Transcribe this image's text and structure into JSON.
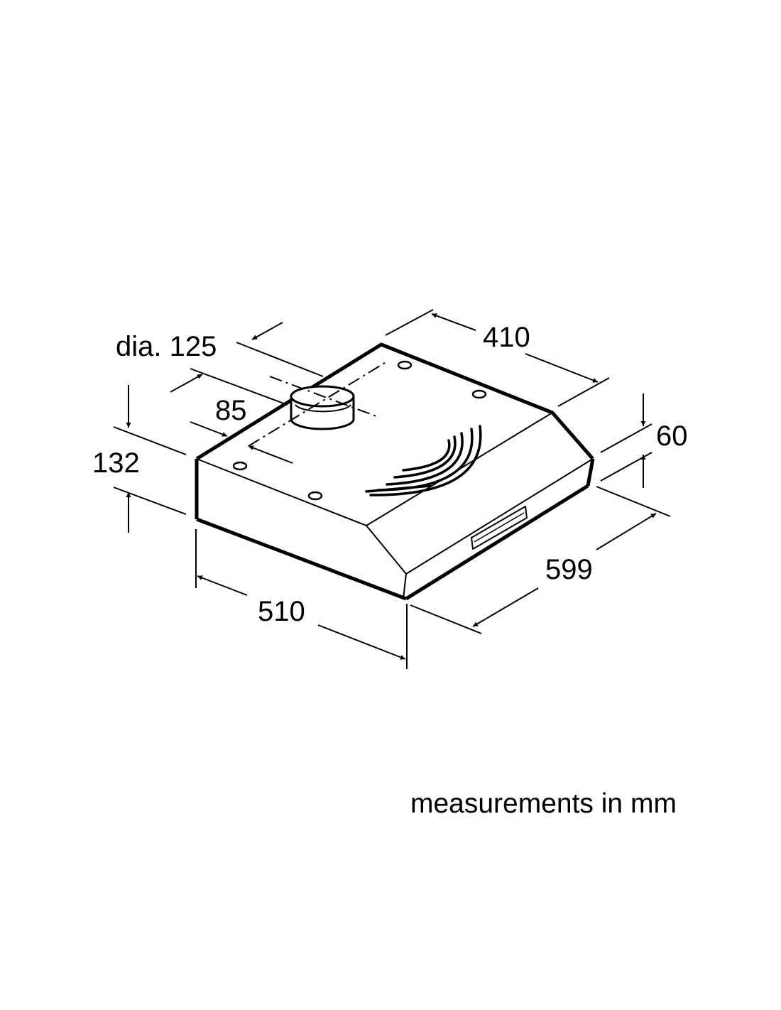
{
  "diagram": {
    "units_note": "measurements in mm",
    "dimensions": {
      "duct_diameter": "dia. 125",
      "duct_offset": "85",
      "total_height": "132",
      "depth_top": "410",
      "front_height": "60",
      "width": "599",
      "depth_bottom": "510"
    },
    "line_color": "#000000"
  }
}
